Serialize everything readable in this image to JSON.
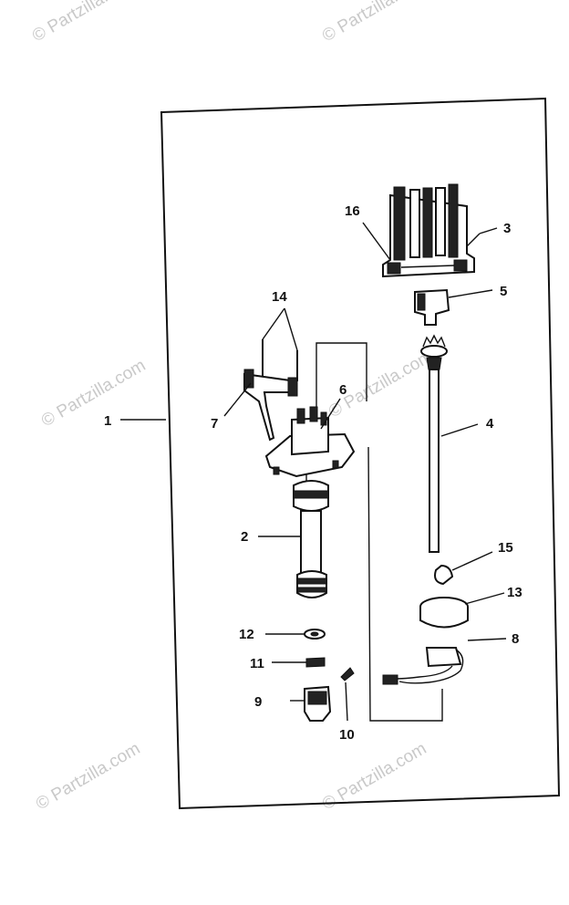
{
  "watermark": {
    "text": "© Partzilla.com"
  },
  "callouts": [
    {
      "id": "1",
      "label": "1"
    },
    {
      "id": "2",
      "label": "2"
    },
    {
      "id": "3",
      "label": "3"
    },
    {
      "id": "4",
      "label": "4"
    },
    {
      "id": "5",
      "label": "5"
    },
    {
      "id": "6",
      "label": "6"
    },
    {
      "id": "7",
      "label": "7"
    },
    {
      "id": "8",
      "label": "8"
    },
    {
      "id": "9",
      "label": "9"
    },
    {
      "id": "10",
      "label": "10"
    },
    {
      "id": "11",
      "label": "11"
    },
    {
      "id": "12",
      "label": "12"
    },
    {
      "id": "13",
      "label": "13"
    },
    {
      "id": "14",
      "label": "14"
    },
    {
      "id": "15",
      "label": "15"
    },
    {
      "id": "16",
      "label": "16"
    }
  ],
  "colors": {
    "ink": "#111111",
    "watermark": "#c9c9c9",
    "background": "#ffffff"
  }
}
